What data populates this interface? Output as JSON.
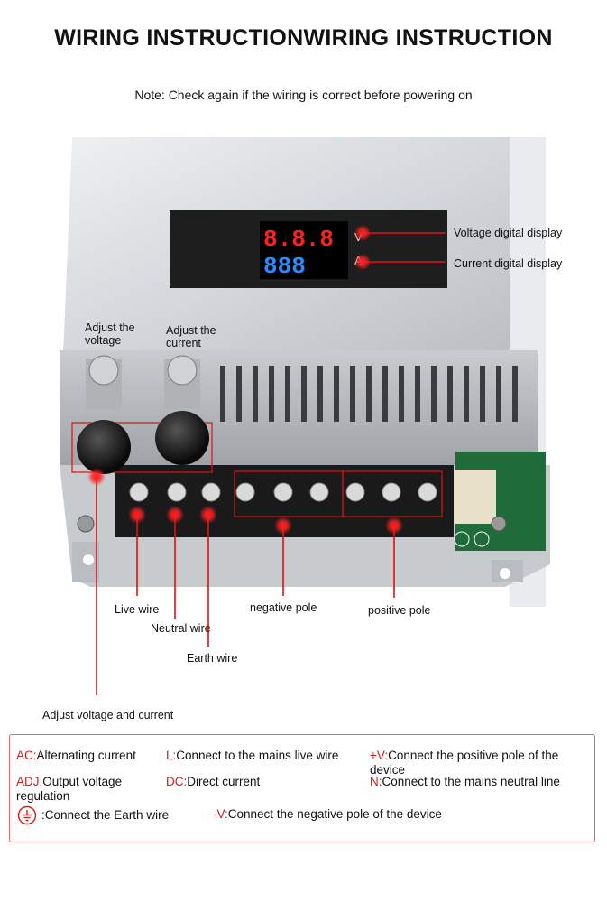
{
  "title": "WIRING INSTRUCTIONWIRING INSTRUCTION",
  "note": "Note: Check again if the wiring is correct before powering on",
  "display": {
    "voltage_digits": "8.8.8",
    "current_digits": "888",
    "voltage_unit": "V",
    "current_unit": "A"
  },
  "callouts": {
    "voltage_display": "Voltage digital display",
    "current_display": "Current digital display",
    "adjust_voltage": "Adjust the voltage",
    "adjust_current": "Adjust the current",
    "live_wire": "Live wire",
    "neutral_wire": "Neutral wire",
    "earth_wire": "Earth wire",
    "negative_pole": "negative pole",
    "positive_pole": "positive pole",
    "adjust_voltage_current": "Adjust voltage and current"
  },
  "legend": {
    "ac_key": "AC:",
    "ac_text": "Alternating current",
    "l_key": "L:",
    "l_text": "Connect to the mains live wire",
    "pv_key": "+V:",
    "pv_text": "Connect the positive pole of the device",
    "adj_key": "ADJ:",
    "adj_text": "Output voltage regulation",
    "dc_key": "DC:",
    "dc_text": "Direct current",
    "n_key": "N:",
    "n_text": "Connect to the mains neutral line",
    "earth_text": ":Connect the Earth wire",
    "nv_key": "-V:",
    "nv_text": "Connect the negative pole of the device"
  },
  "colors": {
    "accent_red": "#e01010",
    "display_red": "#ff2020",
    "display_blue": "#2a8cff",
    "legend_border": "#e06a6a"
  }
}
